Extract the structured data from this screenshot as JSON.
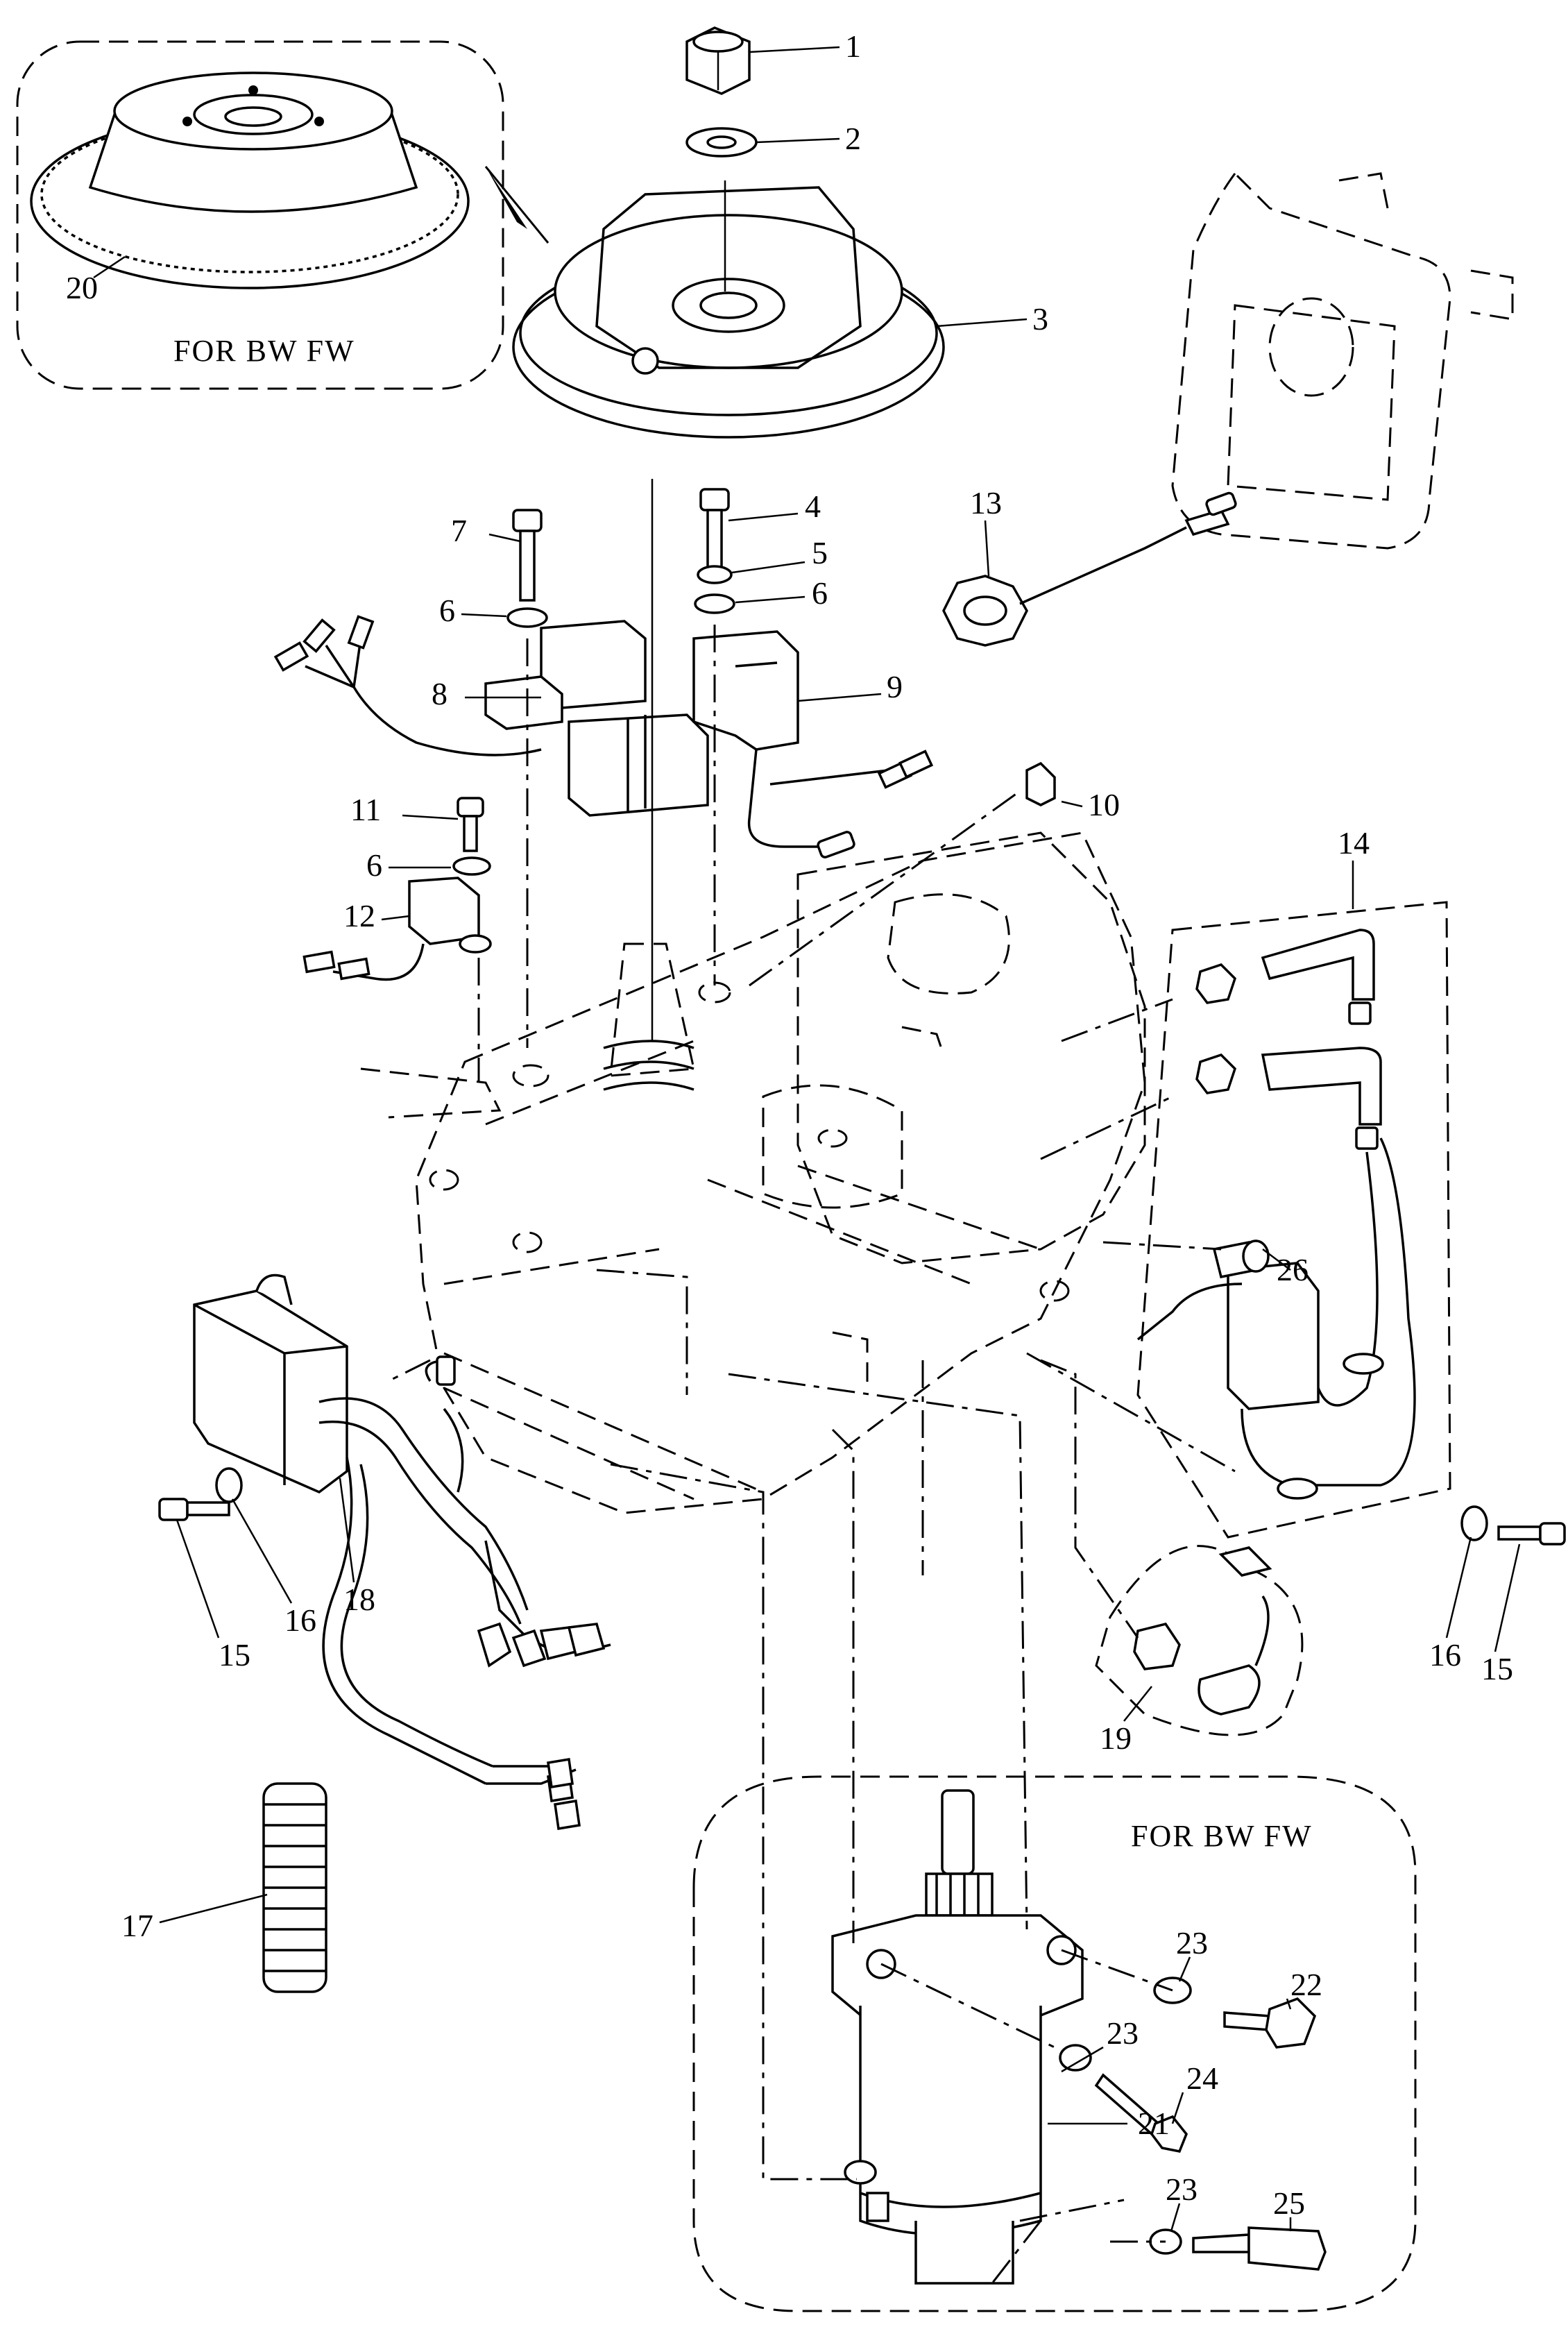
{
  "callouts": [
    {
      "id": "c1",
      "text": "1"
    },
    {
      "id": "c2",
      "text": "2"
    },
    {
      "id": "c3",
      "text": "3"
    },
    {
      "id": "c4",
      "text": "4"
    },
    {
      "id": "c5",
      "text": "5"
    },
    {
      "id": "c6a",
      "text": "6"
    },
    {
      "id": "c6b",
      "text": "6"
    },
    {
      "id": "c6c",
      "text": "6"
    },
    {
      "id": "c7",
      "text": "7"
    },
    {
      "id": "c8",
      "text": "8"
    },
    {
      "id": "c9",
      "text": "9"
    },
    {
      "id": "c10",
      "text": "10"
    },
    {
      "id": "c11",
      "text": "11"
    },
    {
      "id": "c12",
      "text": "12"
    },
    {
      "id": "c13",
      "text": "13"
    },
    {
      "id": "c14",
      "text": "14"
    },
    {
      "id": "c15a",
      "text": "15"
    },
    {
      "id": "c15b",
      "text": "15"
    },
    {
      "id": "c16a",
      "text": "16"
    },
    {
      "id": "c16b",
      "text": "16"
    },
    {
      "id": "c17",
      "text": "17"
    },
    {
      "id": "c18",
      "text": "18"
    },
    {
      "id": "c19",
      "text": "19"
    },
    {
      "id": "c20",
      "text": "20"
    },
    {
      "id": "c21",
      "text": "21"
    },
    {
      "id": "c22",
      "text": "22"
    },
    {
      "id": "c23a",
      "text": "23"
    },
    {
      "id": "c23b",
      "text": "23"
    },
    {
      "id": "c23c",
      "text": "23"
    },
    {
      "id": "c24",
      "text": "24"
    },
    {
      "id": "c25",
      "text": "25"
    },
    {
      "id": "c26",
      "text": "26"
    }
  ],
  "notes": {
    "flywheel_option": "FOR BW FW",
    "starter_option": "FOR BW FW"
  }
}
